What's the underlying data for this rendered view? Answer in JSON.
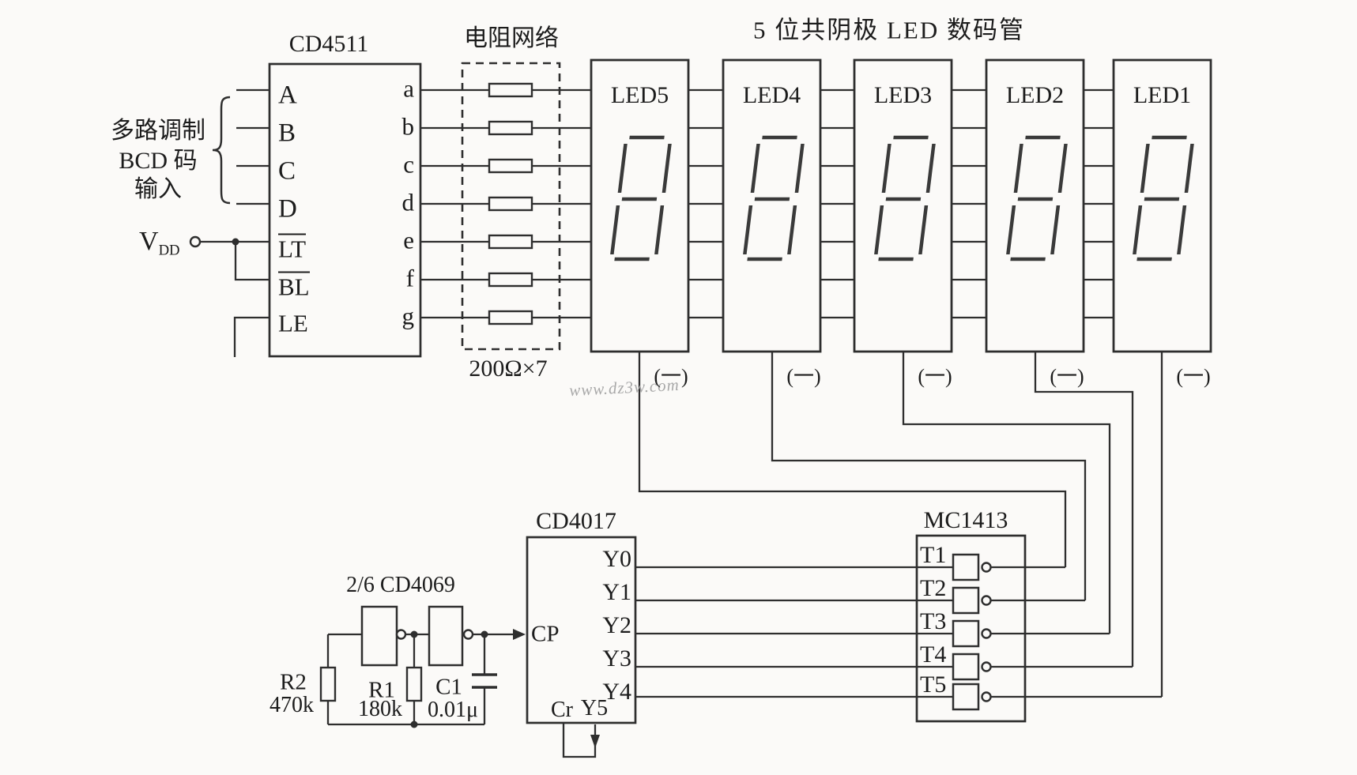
{
  "title": "5 位共阴极 LED 数码管",
  "watermark": "www.dz3w.com",
  "input_label": {
    "line1": "多路调制",
    "line2": "BCD 码",
    "line3": "输入"
  },
  "vdd": {
    "label": "V",
    "sub": "DD"
  },
  "cd4511": {
    "name": "CD4511",
    "inputs": [
      "A",
      "B",
      "C",
      "D"
    ],
    "lt": "LT",
    "bl": "BL",
    "le": "LE",
    "outputs": [
      "a",
      "b",
      "c",
      "d",
      "e",
      "f",
      "g"
    ]
  },
  "resistor_network": {
    "title": "电阻网络",
    "value": "200Ω×7",
    "count": 7
  },
  "leds": {
    "labels": [
      "LED5",
      "LED4",
      "LED3",
      "LED2",
      "LED1"
    ],
    "cathode_label": "(一)"
  },
  "osc": {
    "name": "2/6 CD4069",
    "r2": {
      "ref": "R2",
      "value": "470k"
    },
    "r1": {
      "ref": "R1",
      "value": "180k"
    },
    "c1": {
      "ref": "C1",
      "value": "0.01μ"
    }
  },
  "cd4017": {
    "name": "CD4017",
    "cp": "CP",
    "outputs": [
      "Y0",
      "Y1",
      "Y2",
      "Y3",
      "Y4"
    ],
    "cr": "Cr",
    "y5": "Y5"
  },
  "mc1413": {
    "name": "MC1413",
    "channels": [
      "T1",
      "T2",
      "T3",
      "T4",
      "T5"
    ]
  },
  "colors": {
    "line": "#2e2e2e",
    "text": "#1c1c1c",
    "background": "#fbfaf8",
    "watermark": "#a9a9a9"
  }
}
